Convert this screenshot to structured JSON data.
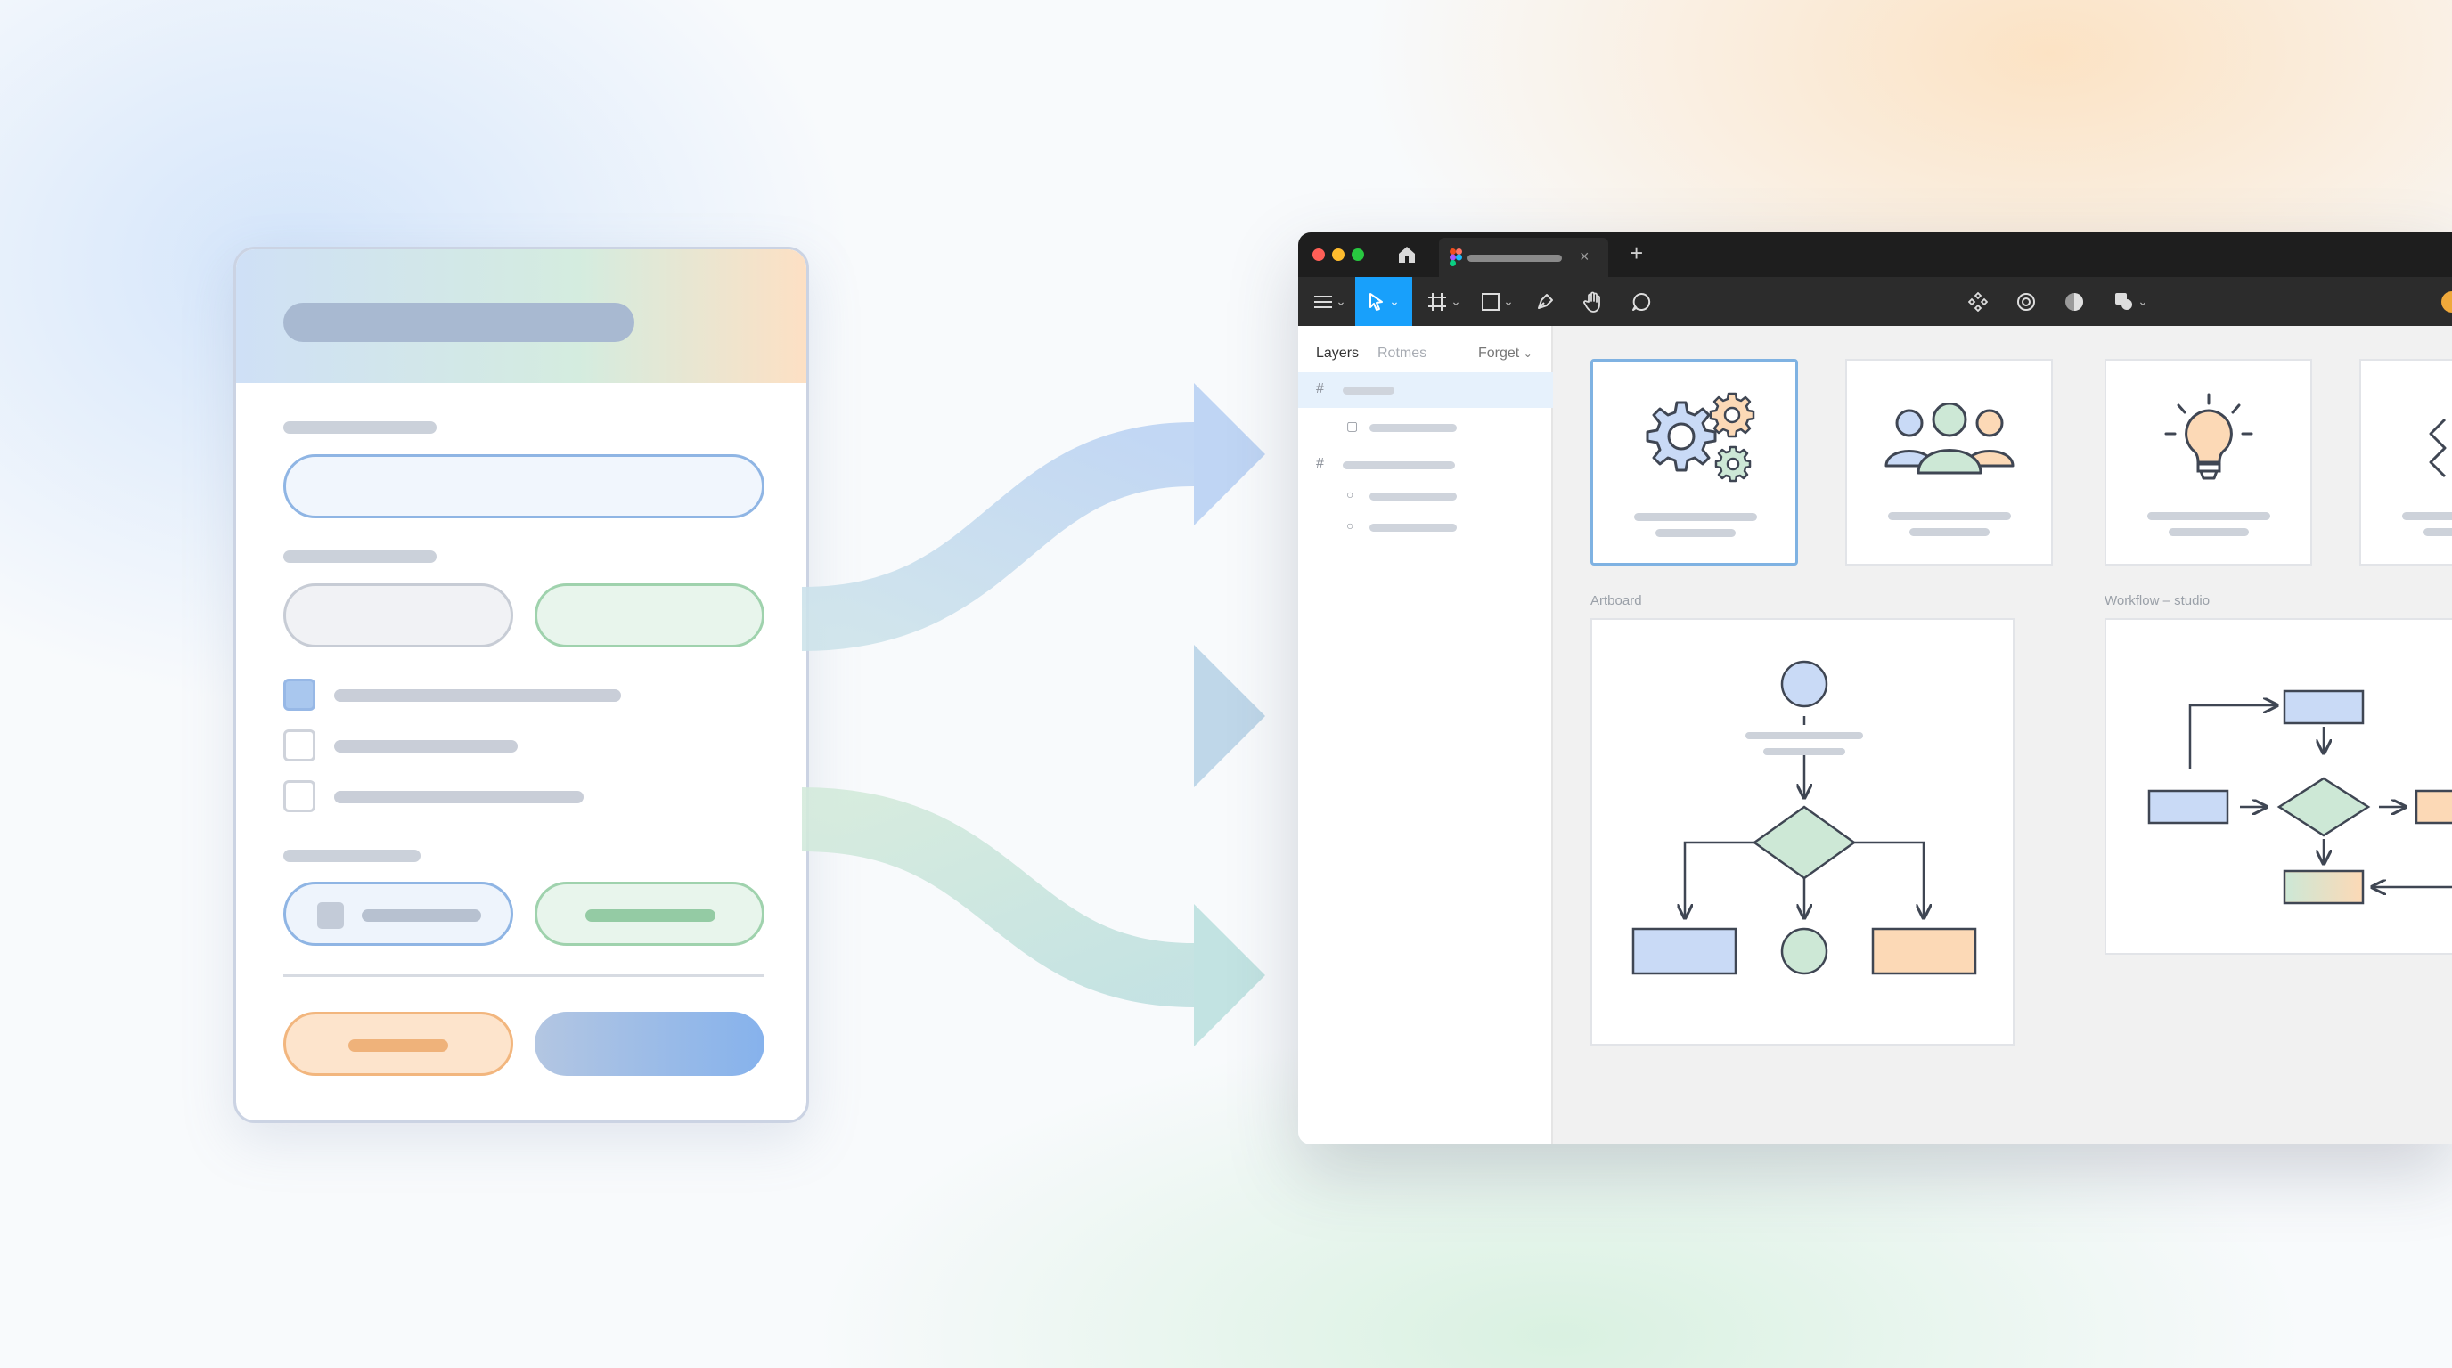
{
  "app": {
    "sidebar": {
      "tabs": [
        {
          "label": "Layers",
          "active": true
        },
        {
          "label": "Rotmes",
          "active": false
        },
        {
          "label": "Forget",
          "active": false
        }
      ]
    },
    "canvas": {
      "frames": [
        {
          "label": "Artboard"
        },
        {
          "label": "Workflow – studio"
        }
      ]
    },
    "icons": [
      "home-icon",
      "figma-logo-icon",
      "close-icon",
      "plus-icon",
      "menu-icon",
      "move-tool-icon",
      "frame-tool-icon",
      "rectangle-tool-icon",
      "pen-tool-icon",
      "hand-tool-icon",
      "comment-tool-icon",
      "component-icon",
      "mask-icon",
      "contrast-icon",
      "boolean-icon"
    ]
  },
  "colors": {
    "accent": "#18a0fb",
    "close": "#ff5f57",
    "minimize": "#febc2e",
    "zoom": "#28c840",
    "blue_shape": "#c9daf6",
    "green_shape": "#cde8d6",
    "orange_shape": "#fcd9b6"
  }
}
